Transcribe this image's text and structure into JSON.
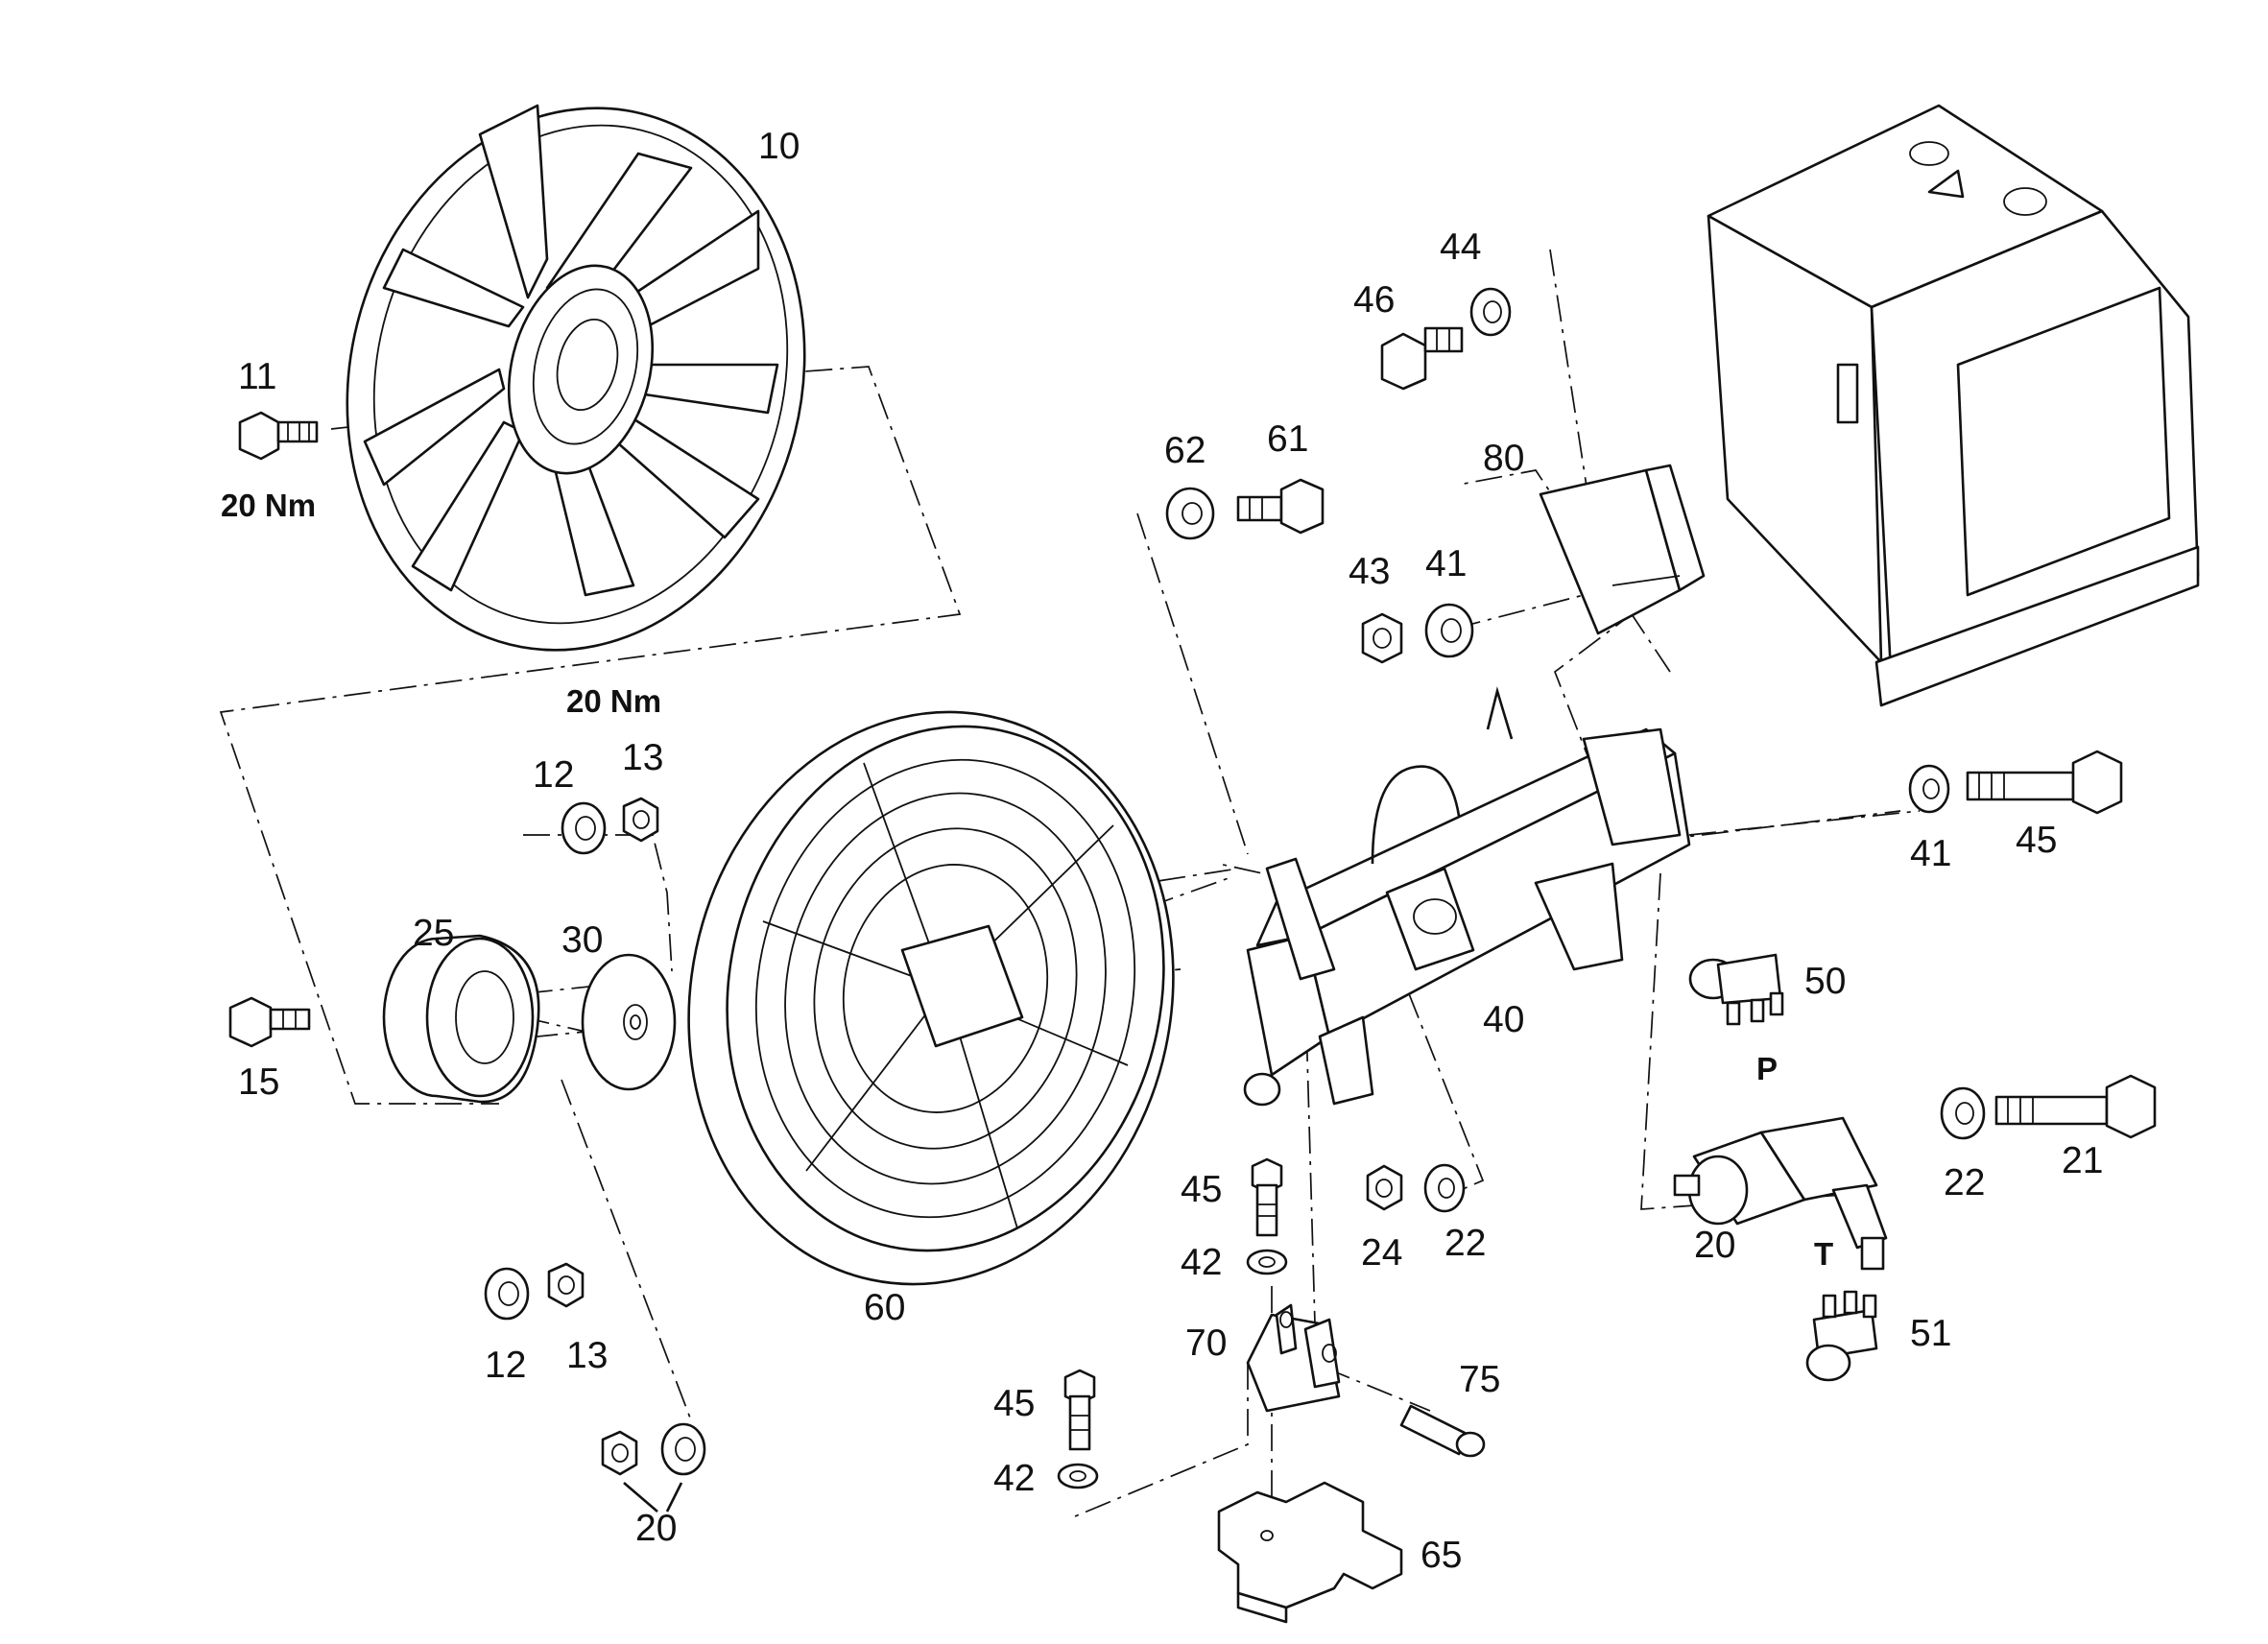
{
  "callouts": {
    "fan_10": "10",
    "bolt_11": "11",
    "torque_top": "20 Nm",
    "torque_mid": "20 Nm",
    "washer_12a": "12",
    "nut_13a": "13",
    "hub_25": "25",
    "plate_30": "30",
    "bolt_15": "15",
    "washer_12b": "12",
    "nut_13b": "13",
    "nuts_20": "20",
    "guard_60": "60",
    "washer_62": "62",
    "bolt_61": "61",
    "bolt_46": "46",
    "washer_44": "44",
    "bracket_80": "80",
    "nut_43": "43",
    "washer_41a": "41",
    "frame_40": "40",
    "washer_41b": "41",
    "bolt_45a": "45",
    "fitting_50": "50",
    "port_p": "P",
    "washer_22a": "22",
    "bolt_21": "21",
    "motor_20": "20",
    "port_t": "T",
    "fitting_51": "51",
    "bolt_45b": "45",
    "washer_42a": "42",
    "nut_24": "24",
    "washer_22b": "22",
    "support_70": "70",
    "pin_75": "75",
    "bolt_45c": "45",
    "washer_42b": "42",
    "base_65": "65"
  }
}
